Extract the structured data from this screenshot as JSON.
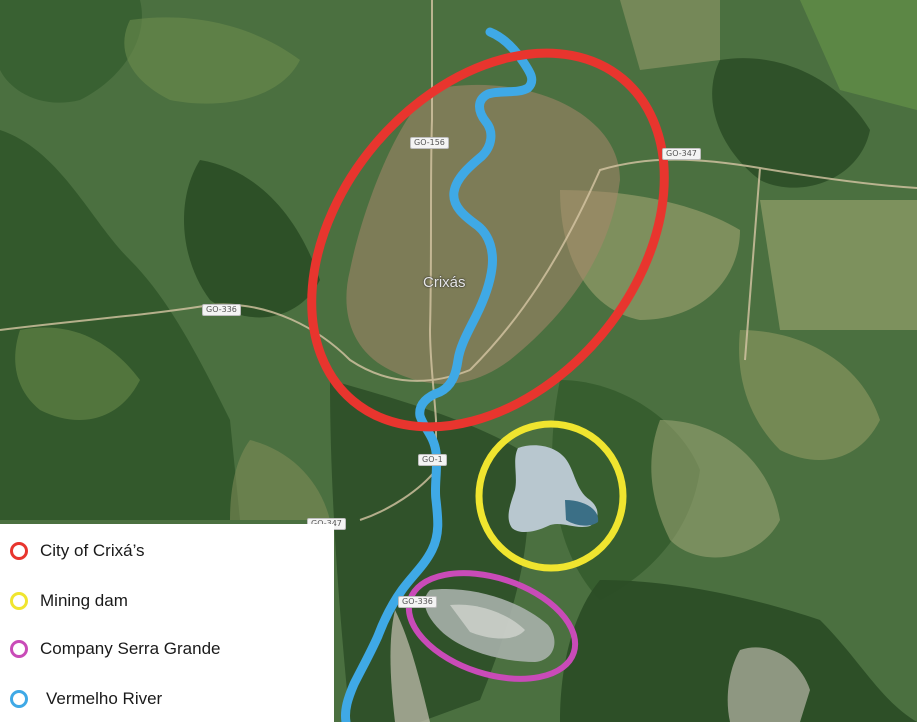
{
  "map": {
    "place_label": "Crixás",
    "road_labels": {
      "go156_north": "GO-156",
      "go347_east": "GO-347",
      "go336_west": "GO-336",
      "go_south": "GO-1",
      "go347_south": "GO-347",
      "go336_south": "GO-336"
    }
  },
  "legend": {
    "items": [
      {
        "label": "City of Crixá’s",
        "color": "#e8352e",
        "icon": "red-circle-icon"
      },
      {
        "label": "Mining dam",
        "color": "#f0e52f",
        "icon": "yellow-circle-icon"
      },
      {
        "label": "Company Serra Grande",
        "color": "#c94bb8",
        "icon": "magenta-circle-icon"
      },
      {
        "label": "Vermelho River",
        "color": "#3fa9e6",
        "icon": "blue-circle-icon"
      }
    ]
  },
  "colors": {
    "city_outline": "#e8352e",
    "dam_outline": "#f0e52f",
    "company_outline": "#c94bb8",
    "river": "#3fa9e6"
  }
}
